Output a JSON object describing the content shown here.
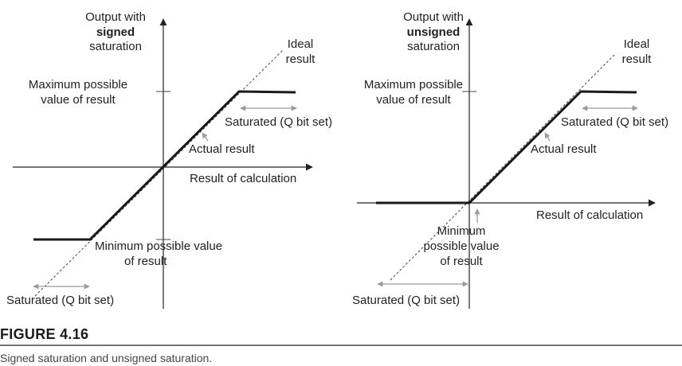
{
  "colors": {
    "axis": "#222222",
    "curve": "#1a1a1a",
    "ideal": "#333333",
    "marker": "#9a9a9a",
    "tick": "#444444"
  },
  "signed": {
    "y_axis_line1": "Output with",
    "y_axis_line2": "signed",
    "y_axis_line3": "saturation",
    "ideal_line1": "Ideal",
    "ideal_line2": "result",
    "max_line1": "Maximum possible",
    "max_line2": "value of result",
    "saturated_top": "Saturated (Q bit set)",
    "actual": "Actual result",
    "x_axis": "Result of calculation",
    "min_line1": "Minimum possible value",
    "min_line2": "of result",
    "saturated_bottom": "Saturated (Q bit set)"
  },
  "unsigned": {
    "y_axis_line1": "Output with",
    "y_axis_line2": "unsigned",
    "y_axis_line3": "saturation",
    "ideal_line1": "Ideal",
    "ideal_line2": "result",
    "max_line1": "Maximum possible",
    "max_line2": "value of result",
    "saturated_top": "Saturated (Q bit set)",
    "actual": "Actual result",
    "x_axis": "Result of calculation",
    "min_line1": "Minimum",
    "min_line2": "possible value",
    "min_line3": "of result",
    "saturated_bottom": "Saturated (Q bit set)"
  },
  "caption": {
    "title": "FIGURE 4.16",
    "text": "Signed saturation and unsigned saturation."
  }
}
